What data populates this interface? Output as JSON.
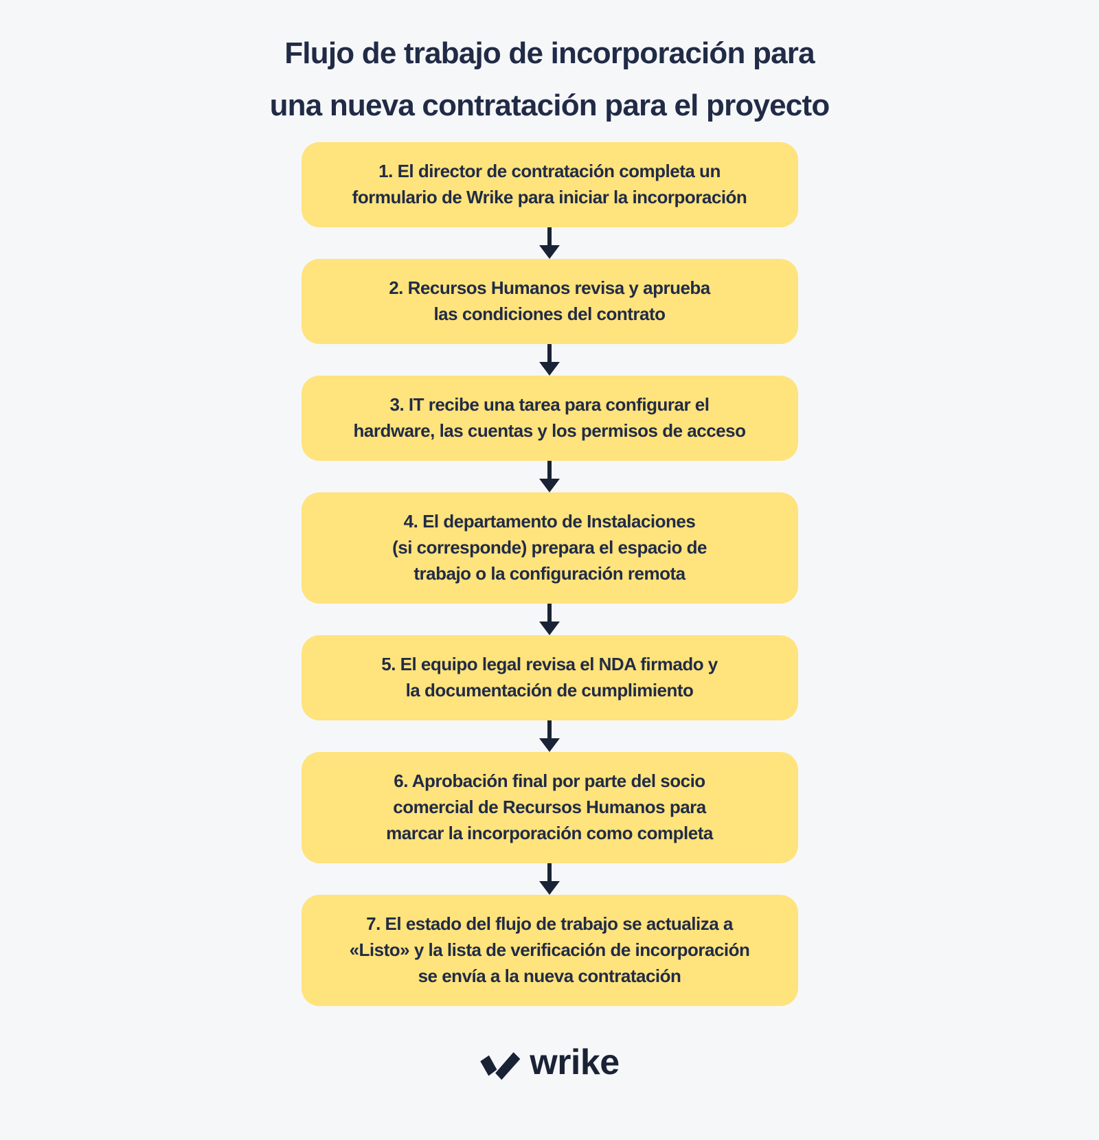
{
  "colors": {
    "background": "#f6f7f9",
    "box_fill": "#ffe37c",
    "text_navy": "#212b46",
    "arrow_navy": "#1a2335"
  },
  "title": {
    "text": "Flujo de trabajo de incorporación para\nuna nueva contratación para el proyecto"
  },
  "flow": {
    "steps": [
      {
        "text": "1. El director de contratación completa un\nformulario de Wrike para iniciar la incorporación"
      },
      {
        "text": "2. Recursos Humanos revisa y aprueba\nlas condiciones del contrato"
      },
      {
        "text": "3. IT recibe una tarea para configurar el\nhardware, las cuentas y los permisos de acceso"
      },
      {
        "text": "4. El departamento de Instalaciones\n(si corresponde) prepara el espacio de\ntrabajo o la configuración remota"
      },
      {
        "text": "5. El equipo legal revisa el NDA firmado y\nla documentación de cumplimiento"
      },
      {
        "text": "6. Aprobación final por parte del socio\ncomercial de Recursos Humanos para\nmarcar la incorporación como completa"
      },
      {
        "text": "7. El estado del flujo de trabajo se actualiza a\n«Listo» y la lista de verificación de incorporación\nse envía a la nueva contratación"
      }
    ]
  },
  "footer": {
    "logo_text": "wrike"
  }
}
